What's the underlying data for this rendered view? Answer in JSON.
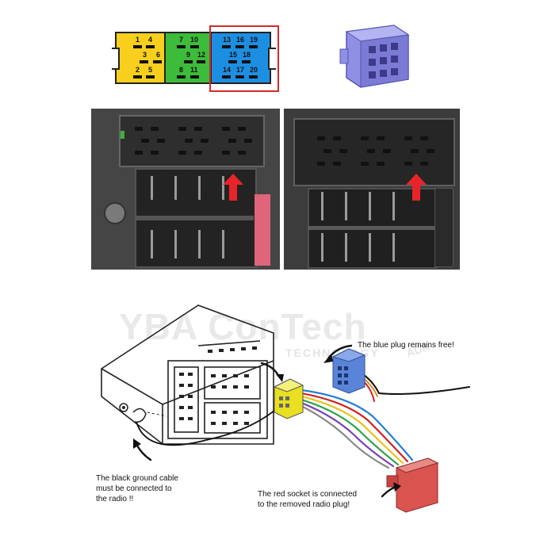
{
  "pin_diagram": {
    "yellow_pins": [
      "1",
      "4",
      "3",
      "6",
      "2",
      "5"
    ],
    "green_pins": [
      "7",
      "10",
      "9",
      "12",
      "8",
      "11"
    ],
    "blue_pins": [
      "13",
      "16",
      "19",
      "15",
      "18",
      "14",
      "17",
      "20"
    ],
    "colors": {
      "yellow": "#f7cf1c",
      "green": "#3dbb3a",
      "blue": "#1d8fe3",
      "highlight": "#d42a2a",
      "mini_plug": "#8f8fe6"
    }
  },
  "illustration": {
    "watermark": "YBA ConTech",
    "watermark_sub": "TECHNOLOGY",
    "watermark_side": "ADK",
    "annotations": {
      "blue_plug": "The blue plug remains free!",
      "ground_line1": "The black ground cable",
      "ground_line2": "must be connected to",
      "ground_line3": "the radio !!",
      "red_line1": "The red socket is connected",
      "red_line2": "to the removed radio plug!"
    },
    "colors": {
      "red_socket": "#d9534f",
      "blue_plug": "#5a84d8",
      "yellow_plug": "#e8e020"
    }
  }
}
